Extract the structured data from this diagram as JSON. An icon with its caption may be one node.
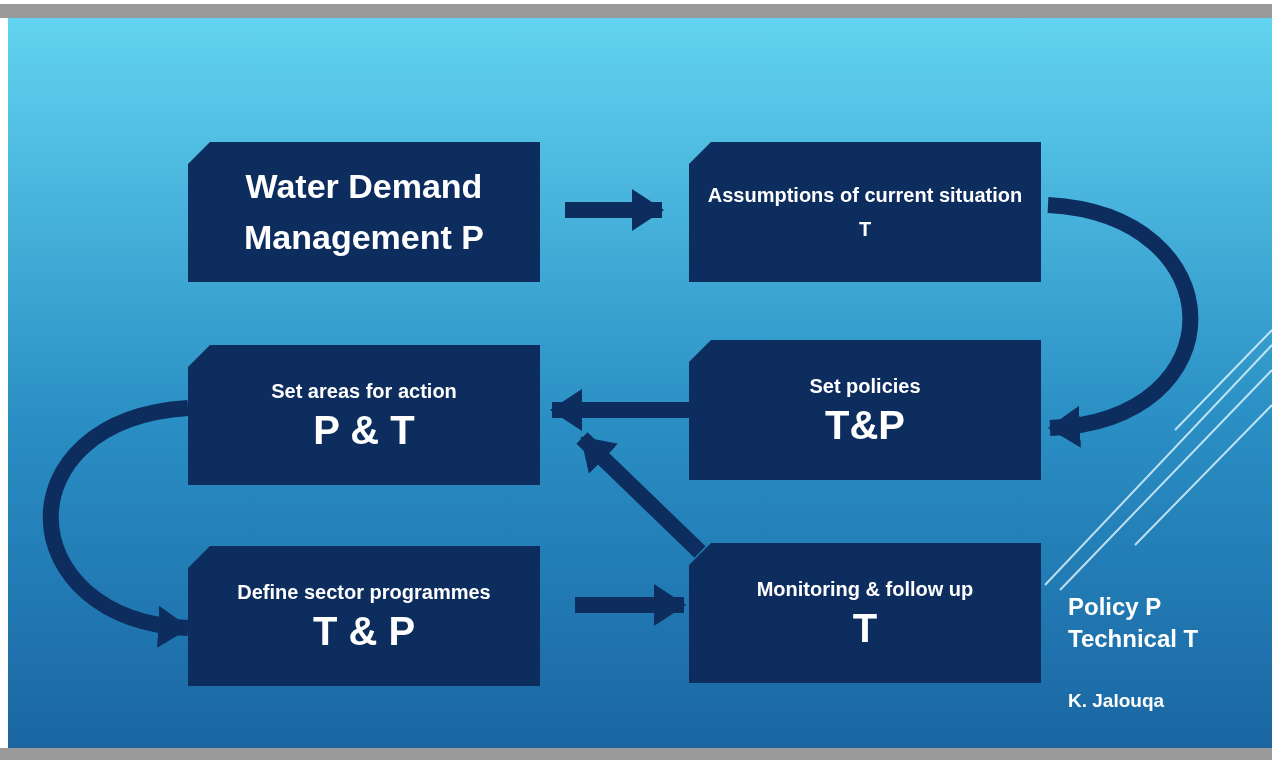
{
  "diagram": {
    "nodes": [
      {
        "text": [
          "Water Demand Management P"
        ]
      },
      {
        "text": [
          "Assumptions of current situation T"
        ]
      },
      {
        "text": [
          "Set areas for action",
          "P & T"
        ]
      },
      {
        "text": [
          "Set policies",
          "T&P"
        ]
      },
      {
        "text": [
          "Define sector programmes",
          "T & P"
        ]
      },
      {
        "text": [
          "Monitoring & follow up",
          "T"
        ]
      }
    ],
    "edges": [
      {
        "from": 0,
        "to": 1,
        "arrow": "to"
      },
      {
        "from": 1,
        "to": 3,
        "arrow": "to"
      },
      {
        "from": 3,
        "to": 2,
        "arrow": "to"
      },
      {
        "from": 5,
        "to": 2,
        "arrow": "to"
      },
      {
        "from": 2,
        "to": 4,
        "arrow": "to"
      },
      {
        "from": 4,
        "to": 5,
        "arrow": "to"
      }
    ],
    "labels": [
      "Policy P",
      "Technical T",
      "K. Jalouqa"
    ]
  }
}
